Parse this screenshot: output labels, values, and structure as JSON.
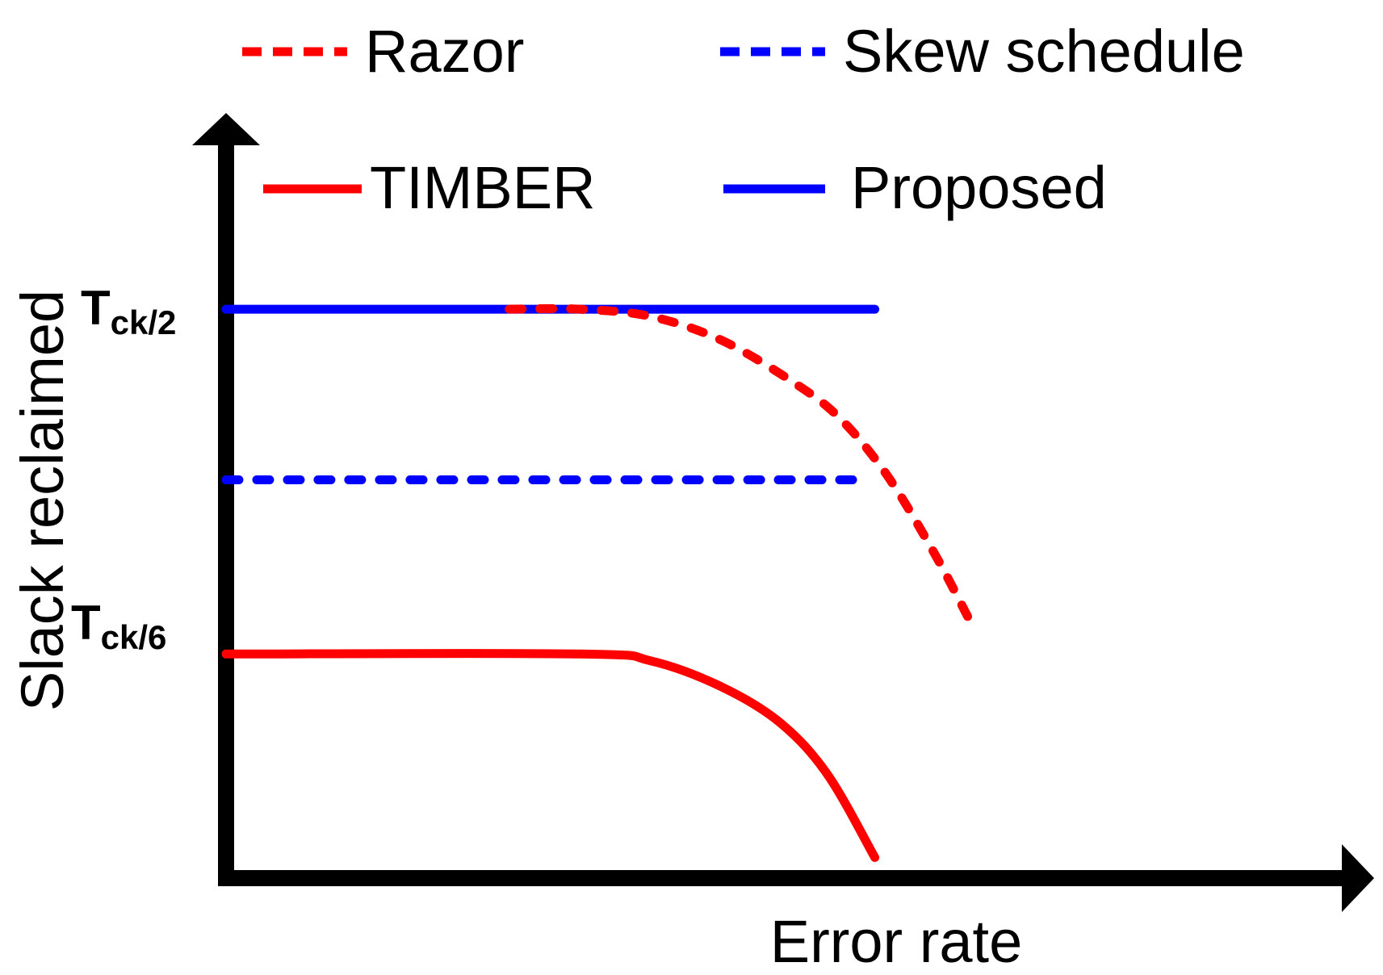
{
  "chart_data": {
    "type": "line",
    "xlabel": "Error rate",
    "ylabel": "Slack reclaimed",
    "y_ticks": [
      {
        "main": "T",
        "sub": "ck/2"
      },
      {
        "main": "T",
        "sub": "ck/6"
      }
    ],
    "legend": {
      "placement": "top",
      "entries": [
        {
          "name": "Razor",
          "color": "#ff0000",
          "style": "dashed"
        },
        {
          "name": "Skew schedule",
          "color": "#0000ff",
          "style": "dashed"
        },
        {
          "name": "TIMBER",
          "color": "#ff0000",
          "style": "solid"
        },
        {
          "name": "Proposed",
          "color": "#0000ff",
          "style": "solid"
        }
      ]
    },
    "series": [
      {
        "name": "Proposed",
        "color": "#0000ff",
        "dash": false,
        "x": [
          0,
          0.55
        ],
        "y": [
          0.5,
          0.5
        ]
      },
      {
        "name": "Razor",
        "color": "#ff0000",
        "dash": true,
        "x": [
          0.24,
          0.3,
          0.36,
          0.42,
          0.48,
          0.52,
          0.56,
          0.6,
          0.63
        ],
        "y": [
          0.5,
          0.5,
          0.493,
          0.47,
          0.43,
          0.395,
          0.34,
          0.265,
          0.2
        ]
      },
      {
        "name": "Skew schedule",
        "color": "#0000ff",
        "dash": true,
        "x": [
          0,
          0.54
        ],
        "y": [
          0.335,
          0.335
        ]
      },
      {
        "name": "TIMBER",
        "color": "#ff0000",
        "dash": false,
        "x": [
          0,
          0.3,
          0.36,
          0.42,
          0.47,
          0.51,
          0.55
        ],
        "y": [
          0.1667,
          0.1667,
          0.16,
          0.135,
          0.1,
          0.05,
          -0.03
        ]
      }
    ],
    "xlim": [
      0,
      0.95
    ],
    "ylim": [
      -0.05,
      0.66
    ],
    "grid": false,
    "axis_color": "#000000"
  }
}
